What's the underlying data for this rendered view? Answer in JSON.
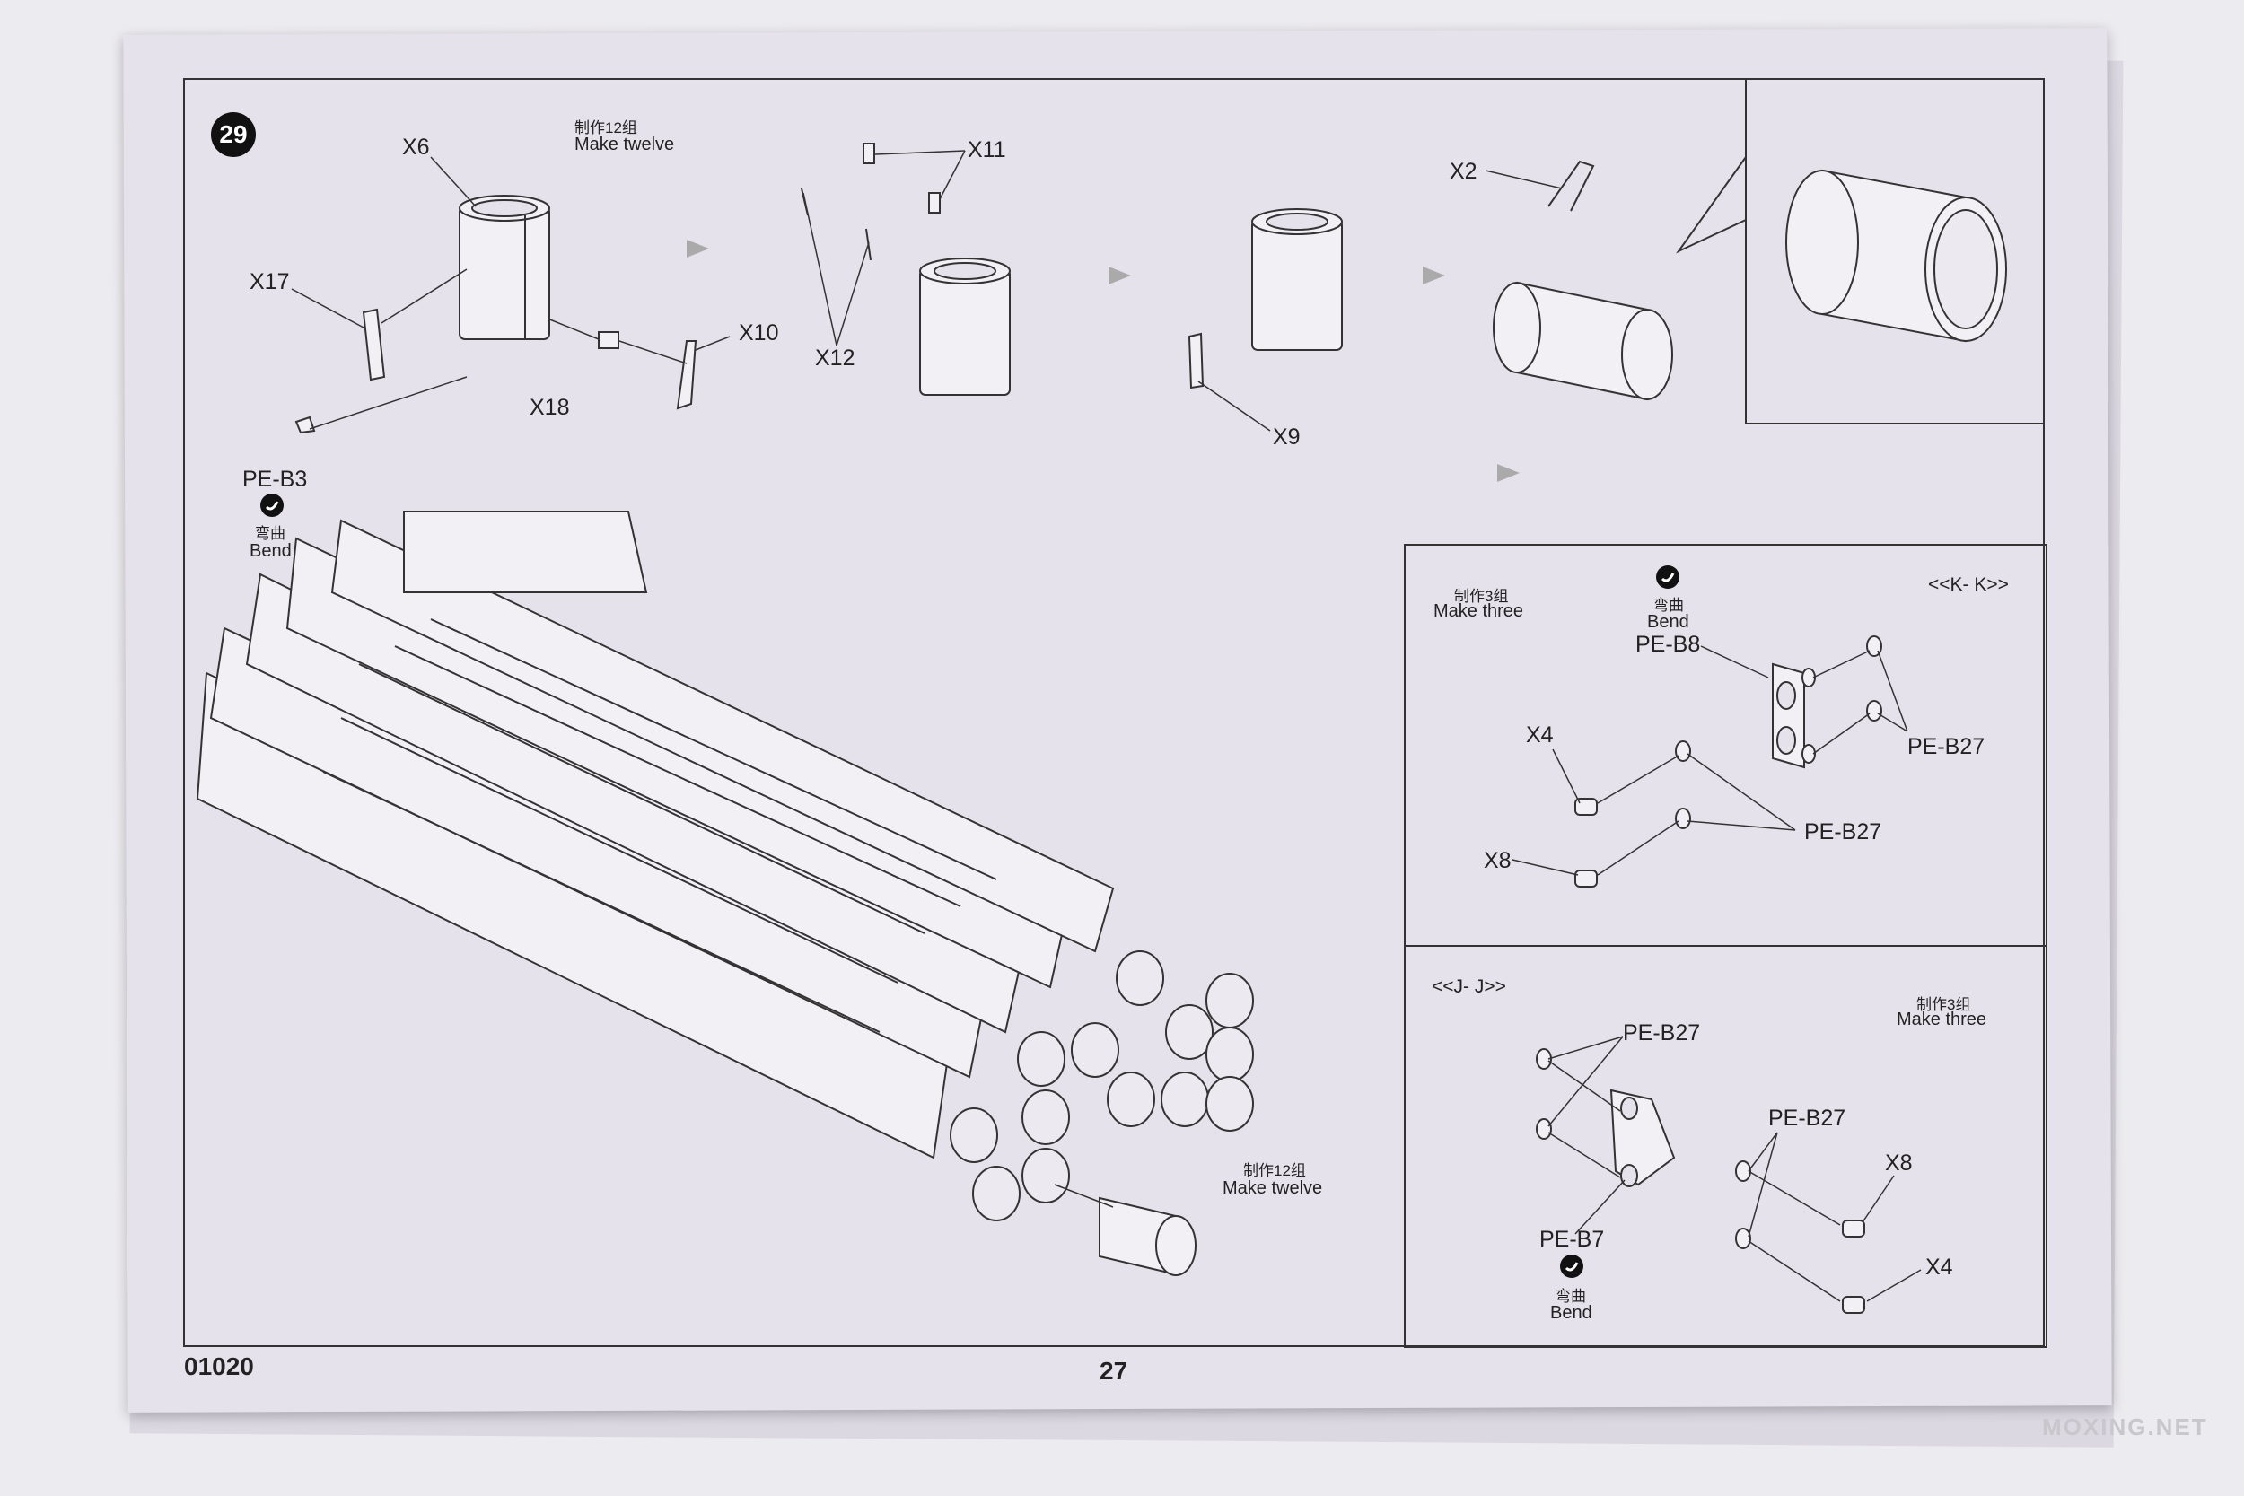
{
  "step": {
    "number": "29"
  },
  "page": {
    "code": "01020",
    "number": "27"
  },
  "watermark": "MOXING.NET",
  "main_step": {
    "make_twelve_top": {
      "cn": "制作12组",
      "en": "Make twelve"
    },
    "make_twelve_bottom": {
      "cn": "制作12组",
      "en": "Make twelve"
    },
    "bend": {
      "part": "PE-B3",
      "cn": "弯曲",
      "en": "Bend"
    },
    "part_labels": {
      "x6": "X6",
      "x17": "X17",
      "x18": "X18",
      "x10": "X10",
      "x11": "X11",
      "x12": "X12",
      "x9": "X9",
      "x2": "X2"
    }
  },
  "detail_kk": {
    "title": "<<K- K>>",
    "make_three": {
      "cn": "制作3组",
      "en": "Make three"
    },
    "bend": {
      "cn": "弯曲",
      "en": "Bend"
    },
    "parts": {
      "pe_b8": "PE-B8",
      "x4": "X4",
      "x8": "X8",
      "pe_b27_a": "PE-B27",
      "pe_b27_b": "PE-B27"
    }
  },
  "detail_jj": {
    "title": "<<J- J>>",
    "make_three": {
      "cn": "制作3组",
      "en": "Make three"
    },
    "bend": {
      "part": "PE-B7",
      "cn": "弯曲",
      "en": "Bend"
    },
    "parts": {
      "pe_b27_a": "PE-B27",
      "pe_b27_b": "PE-B27",
      "x8": "X8",
      "x4": "X4"
    }
  }
}
